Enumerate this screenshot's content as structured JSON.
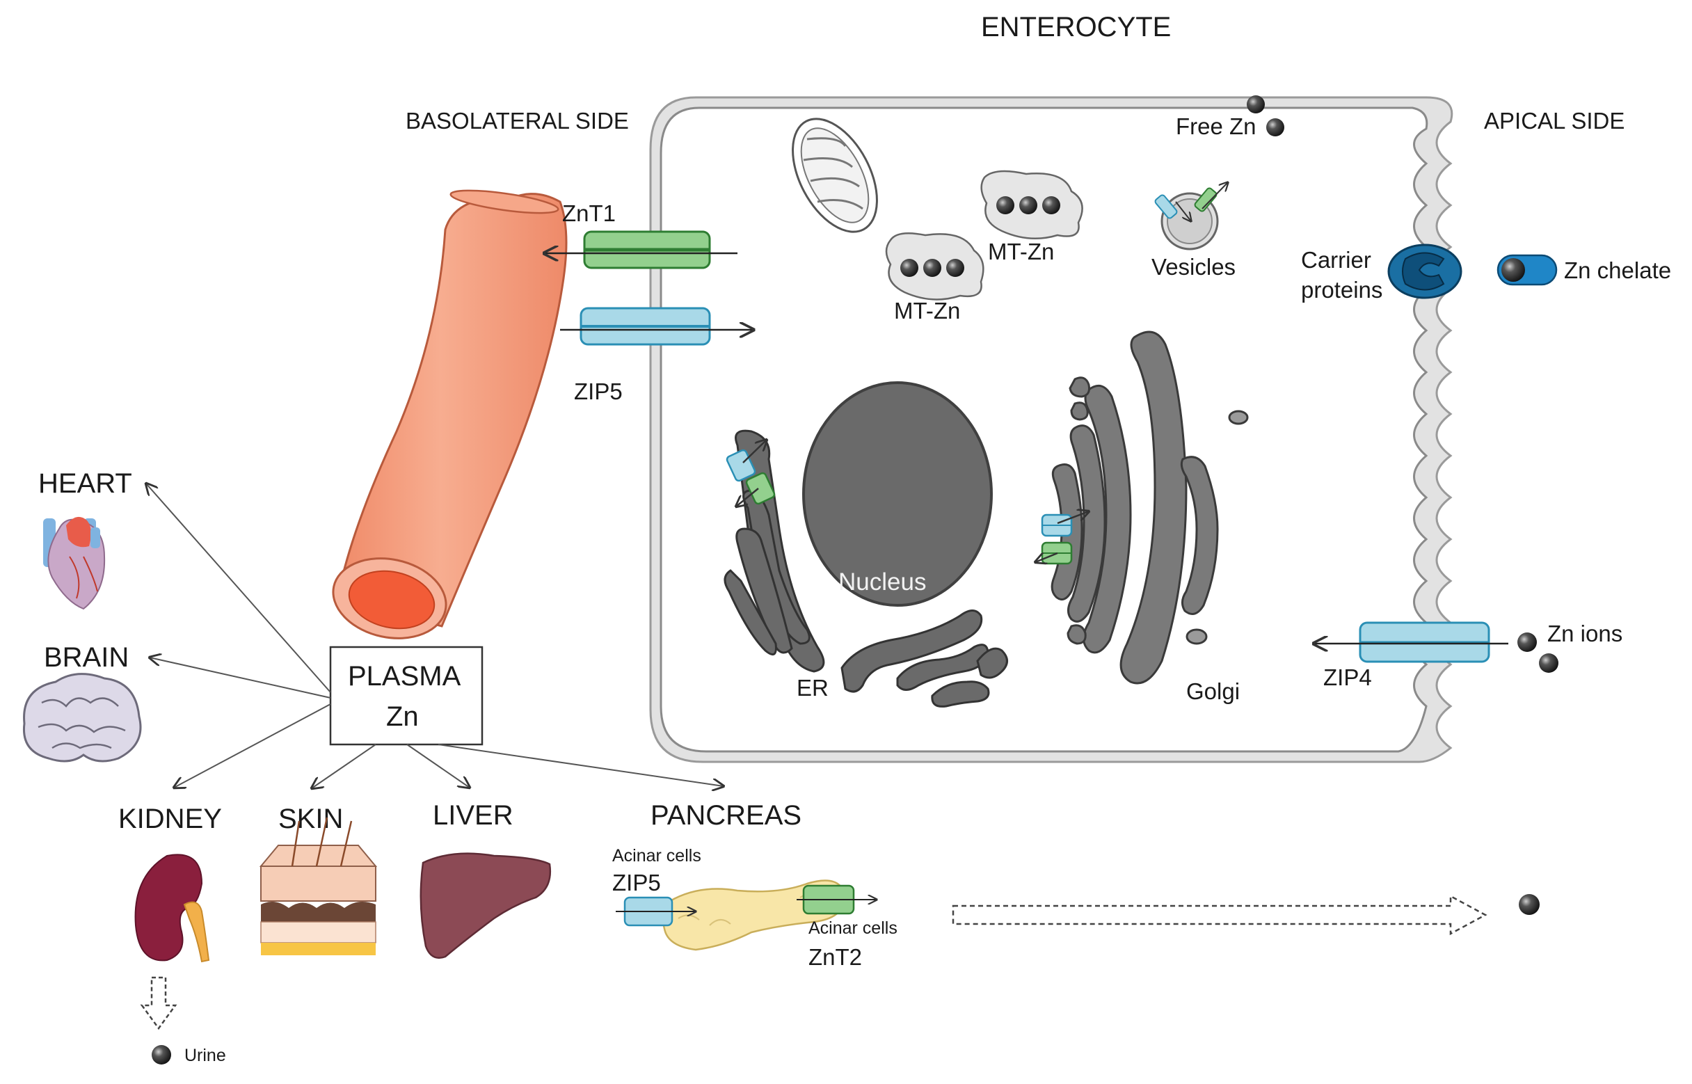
{
  "labels": {
    "enterocyte": "ENTEROCYTE",
    "basolateral_side": "BASOLATERAL SIDE",
    "apical_side": "APICAL SIDE",
    "znt1": "ZnT1",
    "zip5": "ZIP5",
    "mt_zn_1": "MT-Zn",
    "mt_zn_2": "MT-Zn",
    "free_zn": "Free Zn",
    "vesicles": "Vesicles",
    "carrier_proteins_line1": "Carrier",
    "carrier_proteins_line2": "proteins",
    "zn_chelate": "Zn chelate",
    "nucleus": "Nucleus",
    "er": "ER",
    "golgi": "Golgi",
    "zip4": "ZIP4",
    "zn_ions": "Zn ions",
    "plasma_line1": "PLASMA",
    "plasma_line2": "Zn",
    "heart": "HEART",
    "brain": "BRAIN",
    "kidney": "KIDNEY",
    "skin": "SKIN",
    "liver": "LIVER",
    "pancreas": "PANCREAS",
    "acinar_cells_1": "Acinar cells",
    "zip5_pancreas": "ZIP5",
    "acinar_cells_2": "Acinar cells",
    "znt2": "ZnT2",
    "urine": "Urine"
  },
  "colors": {
    "blood_vessel": "#f4a385",
    "blood_vessel_lumen": "#f25c37",
    "transporter_green": "#93d08e",
    "transporter_green_dark": "#2e7d32",
    "transporter_blue": "#a9d9e8",
    "transporter_blue_dark": "#2a8fb5",
    "carrier_protein": "#1a6fa3",
    "organelle_gray": "#6b6b6b",
    "membrane_gray": "#cfcfcf",
    "kidney": "#8a1f3d",
    "liver": "#8c4a55",
    "pancreas": "#f8e6a8"
  },
  "icons": {
    "heart": "heart-icon",
    "brain": "brain-icon",
    "kidney": "kidney-icon",
    "skin": "skin-icon",
    "liver": "liver-icon",
    "pancreas": "pancreas-icon",
    "zinc_atom": "zinc-atom-icon"
  }
}
